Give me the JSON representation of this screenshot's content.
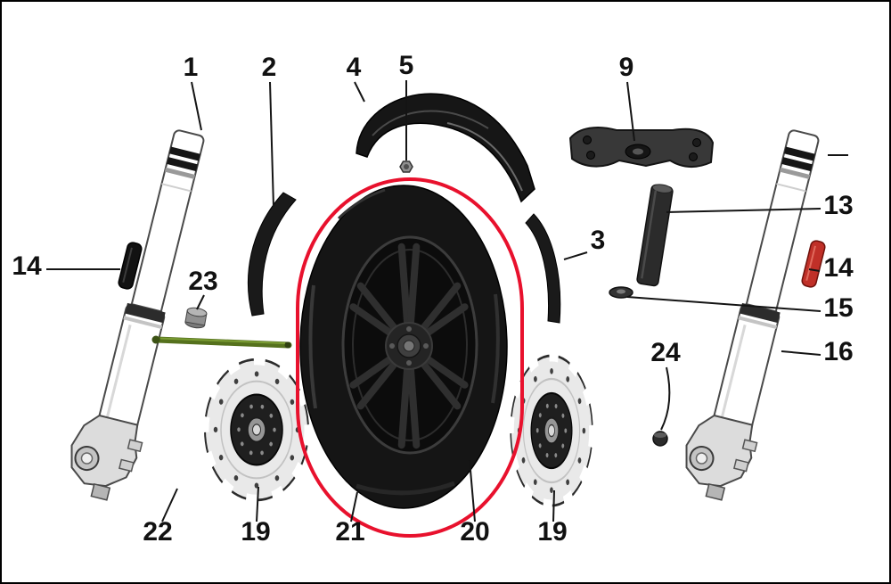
{
  "colors": {
    "background": "#ffffff",
    "frame": "#000000",
    "leader_line": "#141414",
    "highlight_oval": "#e8112d",
    "axle_green": "#55711d",
    "reflector_red": "#c03028",
    "reflector_black": "#121212",
    "part_black": "#161616",
    "metal_light": "#dcdcdc"
  },
  "callouts": {
    "fork_left": "1",
    "protector_left": "2",
    "protector_right": "3",
    "front_fender": "4",
    "fender_nut": "5",
    "top_triple_clamp": "9",
    "axle_sleeve": "13",
    "reflector_left": "14",
    "reflector_right": "14",
    "axle_washer": "15",
    "fork_right": "16",
    "brake_disc_left": "19",
    "brake_disc_right": "19",
    "wheel_hub": "20",
    "front_tire": "21",
    "front_axle": "22",
    "axle_spacer": "23",
    "dust_cap": "24"
  }
}
